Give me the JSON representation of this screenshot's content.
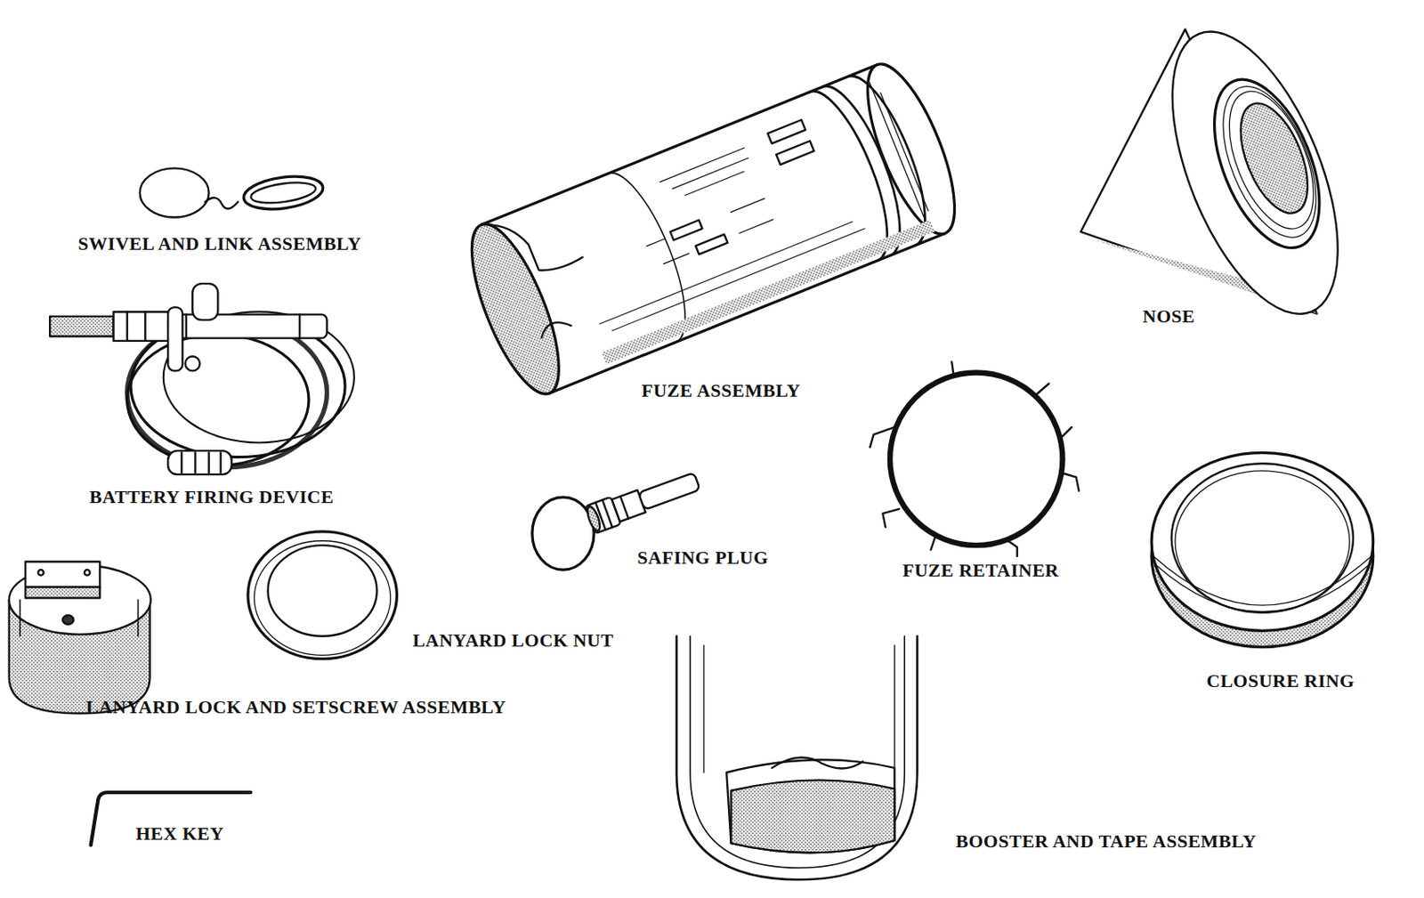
{
  "diagram": {
    "labels": [
      "SWIVEL AND LINK ASSEMBLY",
      "BATTERY FIRING DEVICE",
      "LANYARD LOCK AND SETSCREW ASSEMBLY",
      "LANYARD LOCK NUT",
      "HEX KEY",
      "FUZE ASSEMBLY",
      "SAFING PLUG",
      "FUZE RETAINER",
      "BOOSTER AND TAPE ASSEMBLY",
      "NOSE",
      "CLOSURE RING"
    ]
  }
}
